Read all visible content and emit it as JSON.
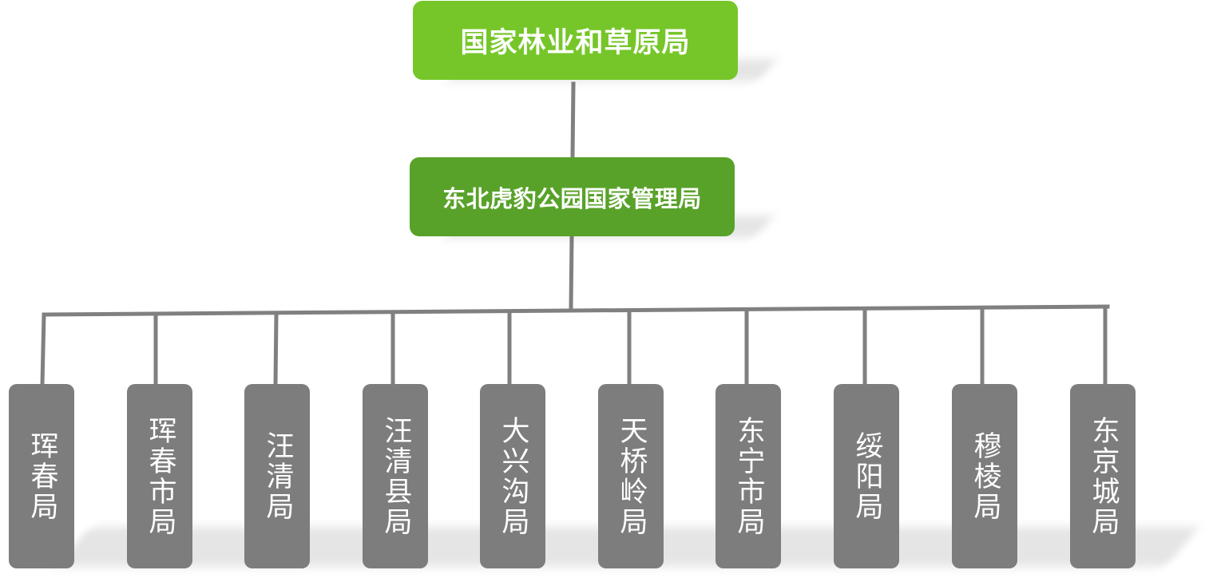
{
  "org": {
    "root": {
      "label": "国家林业和草原局",
      "color": "#76c62a"
    },
    "mid": {
      "label": "东北虎豹公园国家管理局",
      "color": "#58a229"
    },
    "leaves": [
      {
        "label": "珲春局"
      },
      {
        "label": "珲春市局"
      },
      {
        "label": "汪清局"
      },
      {
        "label": "汪清县局"
      },
      {
        "label": "大兴沟局"
      },
      {
        "label": "天桥岭局"
      },
      {
        "label": "东宁市局"
      },
      {
        "label": "绥阳局"
      },
      {
        "label": "穆棱局"
      },
      {
        "label": "东京城局"
      }
    ],
    "leaf_color": "#7d7d7d",
    "connector_color": "#808080"
  }
}
